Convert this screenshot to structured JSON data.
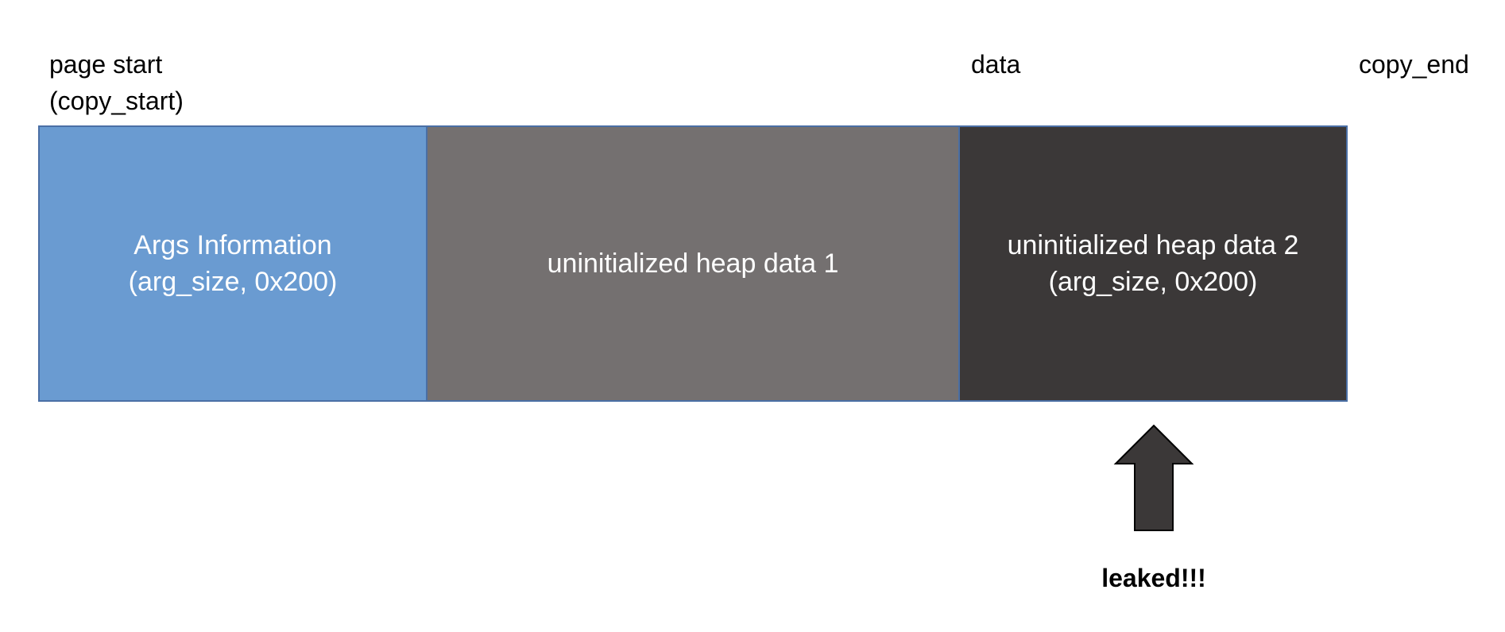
{
  "labels": {
    "page_start_line1": "page start",
    "page_start_line2": "(copy_start)",
    "data": "data",
    "copy_end": "copy_end"
  },
  "segments": [
    {
      "line1": "Args Information",
      "line2": "(arg_size, 0x200)",
      "color": "#6a9bd1"
    },
    {
      "line1": "uninitialized heap data 1",
      "line2": "",
      "color": "#747070"
    },
    {
      "line1": "uninitialized heap data 2",
      "line2": "(arg_size, 0x200)",
      "color": "#3b3838"
    }
  ],
  "arrow": {
    "icon": "up-arrow-icon",
    "color": "#3b3838",
    "label": "leaked!!!"
  }
}
